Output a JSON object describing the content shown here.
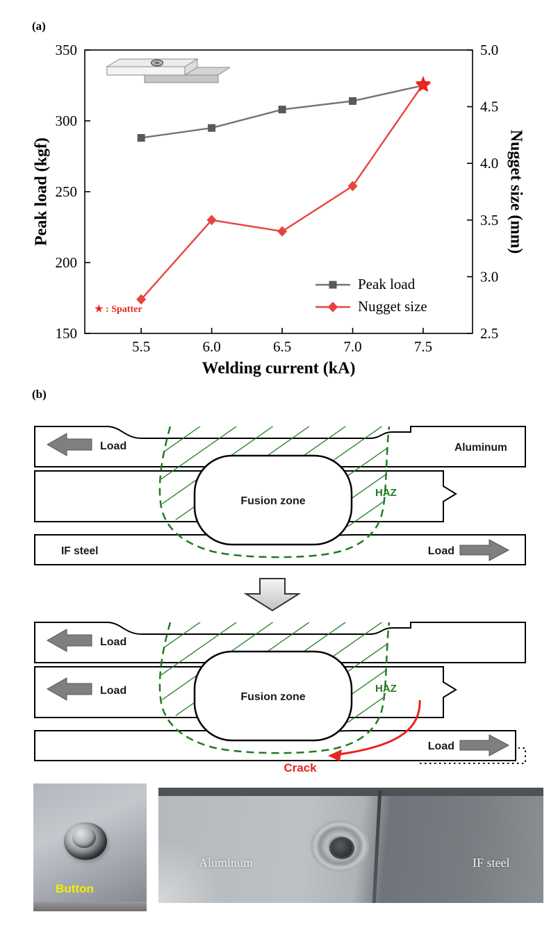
{
  "figure": {
    "panel_a_label": "(a)",
    "panel_b_label": "(b)"
  },
  "chart_data": {
    "type": "line",
    "title": "",
    "x": [
      5.5,
      6.0,
      6.5,
      7.0,
      7.5
    ],
    "xlabel": "Welding current (kA)",
    "ylabel_left": "Peak load (kgf)",
    "ylabel_right": "Nugget size (mm)",
    "xlim": [
      5.1,
      7.85
    ],
    "ylim_left": [
      150,
      350
    ],
    "ylim_right": [
      2.5,
      5.0
    ],
    "xticks": [
      "5.5",
      "6.0",
      "6.5",
      "7.0",
      "7.5"
    ],
    "yticks_left": [
      "150",
      "200",
      "250",
      "300",
      "350"
    ],
    "yticks_right": [
      "2.5",
      "3.0",
      "3.5",
      "4.0",
      "4.5",
      "5.0"
    ],
    "grid": false,
    "series": [
      {
        "name": "Peak load",
        "axis": "left",
        "marker": "square",
        "color": "#595959",
        "line_color": "#737373",
        "values": [
          288,
          295,
          308,
          314,
          325
        ],
        "last_point_marker": "star",
        "last_point_color": "#e8251f"
      },
      {
        "name": "Nugget size",
        "axis": "right",
        "marker": "diamond",
        "color": "#e8433f",
        "line_color": "#e8433f",
        "values": [
          2.8,
          3.5,
          3.4,
          3.8,
          4.7
        ],
        "last_point_marker": "star",
        "last_point_color": "#e8251f"
      }
    ],
    "legend_position": "lower right",
    "annotation": "★ : Spatter"
  },
  "diagram": {
    "load_label": "Load",
    "aluminum_label": "Aluminum",
    "if_steel_label": "IF steel",
    "fusion_zone_label": "Fusion zone",
    "haz_label": "HAZ",
    "crack_label": "Crack",
    "colors": {
      "haz_green": "#217a21",
      "crack_red": "#e8251f",
      "arrow_gray": "#7f7f7f"
    }
  },
  "photos": {
    "button_label": "Button",
    "aluminum_label": "Aluminum",
    "if_steel_label": "IF steel",
    "button_label_color": "#f5ed00"
  }
}
